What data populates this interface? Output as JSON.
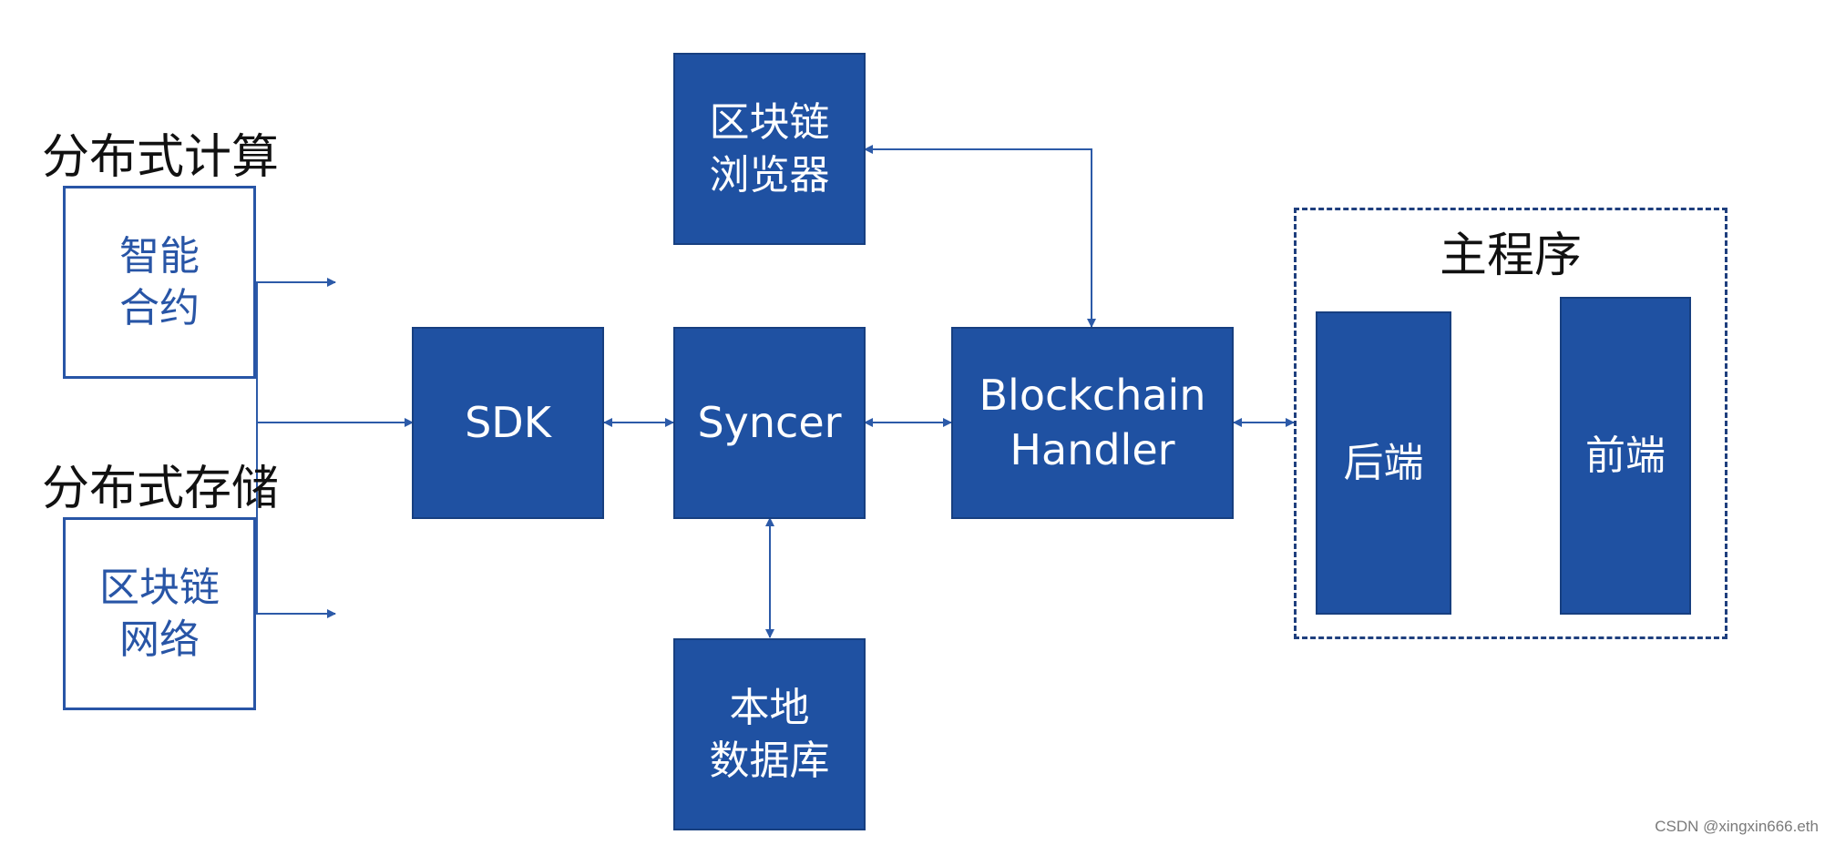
{
  "diagram": {
    "headings": {
      "distributed_computing": "分布式计算",
      "distributed_storage": "分布式存储",
      "main_program": "主程序"
    },
    "nodes": {
      "smart_contract": [
        "智能",
        "合约"
      ],
      "blockchain_network": [
        "区块链",
        "网络"
      ],
      "sdk": "SDK",
      "syncer": "Syncer",
      "blockchain_browser": [
        "区块链",
        "浏览器"
      ],
      "local_database": [
        "本地",
        "数据库"
      ],
      "blockchain_handler": [
        "Blockchain",
        "Handler"
      ],
      "backend": "后端",
      "frontend": "前端"
    },
    "edges": [
      {
        "from": "smart_contract",
        "to": "sdk"
      },
      {
        "from": "blockchain_network",
        "to": "sdk"
      },
      {
        "from": "sdk",
        "to": "syncer",
        "bidirectional": true
      },
      {
        "from": "syncer",
        "to": "blockchain_handler",
        "bidirectional": true
      },
      {
        "from": "syncer",
        "to": "local_database",
        "bidirectional": true
      },
      {
        "from": "blockchain_handler",
        "to": "blockchain_browser",
        "bidirectional": true
      },
      {
        "from": "blockchain_handler",
        "to": "main_program",
        "bidirectional": true
      }
    ],
    "colors": {
      "fill": "#1f51a2",
      "outline": "#2855a6",
      "arrow": "#2c5aa8",
      "dashed_border": "#1f3f7e"
    }
  },
  "watermark": "CSDN @xingxin666.eth"
}
